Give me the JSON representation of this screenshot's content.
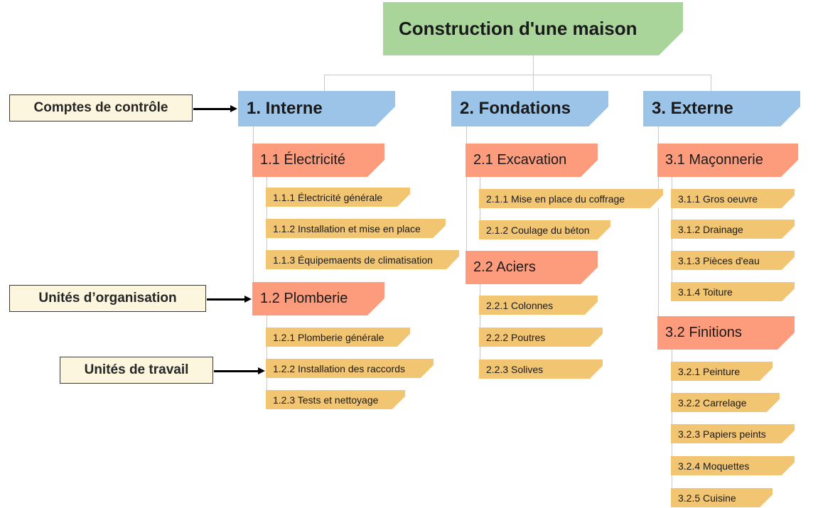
{
  "diagram": {
    "title": "Construction d'une maison",
    "type": "work-breakdown-structure",
    "colors": {
      "root": "#a9d49a",
      "level1": "#9cc3e8",
      "level2": "#fc9c7c",
      "level3": "#f2c572",
      "callout_background": "#fdf6df",
      "callout_border": "#3a3a3a",
      "connector": "#c8c8c8"
    }
  },
  "annotations": [
    {
      "label": "Comptes de contrôle",
      "points_to": "1. Interne"
    },
    {
      "label": "Unités d’organisation",
      "points_to": "1.2 Plomberie"
    },
    {
      "label": "Unités de travail",
      "points_to": "1.2.2 Installation des raccords"
    }
  ],
  "nodes": {
    "root": {
      "label": "Construction d'une maison"
    },
    "branches": [
      {
        "label": "1. Interne",
        "children": [
          {
            "label": "1.1 Électricité",
            "children": [
              {
                "label": "1.1.1 Électricité générale"
              },
              {
                "label": "1.1.2 Installation et mise en place"
              },
              {
                "label": "1.1.3 Équipemaents de climatisation"
              }
            ]
          },
          {
            "label": "1.2 Plomberie",
            "children": [
              {
                "label": "1.2.1 Plomberie générale"
              },
              {
                "label": "1.2.2 Installation des raccords"
              },
              {
                "label": "1.2.3 Tests et nettoyage"
              }
            ]
          }
        ]
      },
      {
        "label": "2. Fondations",
        "children": [
          {
            "label": "2.1 Excavation",
            "children": [
              {
                "label": "2.1.1 Mise en place du coffrage"
              },
              {
                "label": "2.1.2 Coulage du béton"
              }
            ]
          },
          {
            "label": "2.2 Aciers",
            "children": [
              {
                "label": "2.2.1 Colonnes"
              },
              {
                "label": "2.2.2 Poutres"
              },
              {
                "label": "2.2.3 Solives"
              }
            ]
          }
        ]
      },
      {
        "label": "3. Externe",
        "children": [
          {
            "label": "3.1 Maçonnerie",
            "children": [
              {
                "label": "3.1.1 Gros oeuvre"
              },
              {
                "label": "3.1.2 Drainage"
              },
              {
                "label": "3.1.3 Pièces d'eau"
              },
              {
                "label": "3.1.4 Toiture"
              }
            ]
          },
          {
            "label": "3.2 Finitions",
            "children": [
              {
                "label": "3.2.1 Peinture"
              },
              {
                "label": "3.2.2 Carrelage"
              },
              {
                "label": "3.2.3 Papiers peints"
              },
              {
                "label": "3.2.4 Moquettes"
              },
              {
                "label": "3.2.5 Cuisine"
              }
            ]
          }
        ]
      }
    ]
  }
}
